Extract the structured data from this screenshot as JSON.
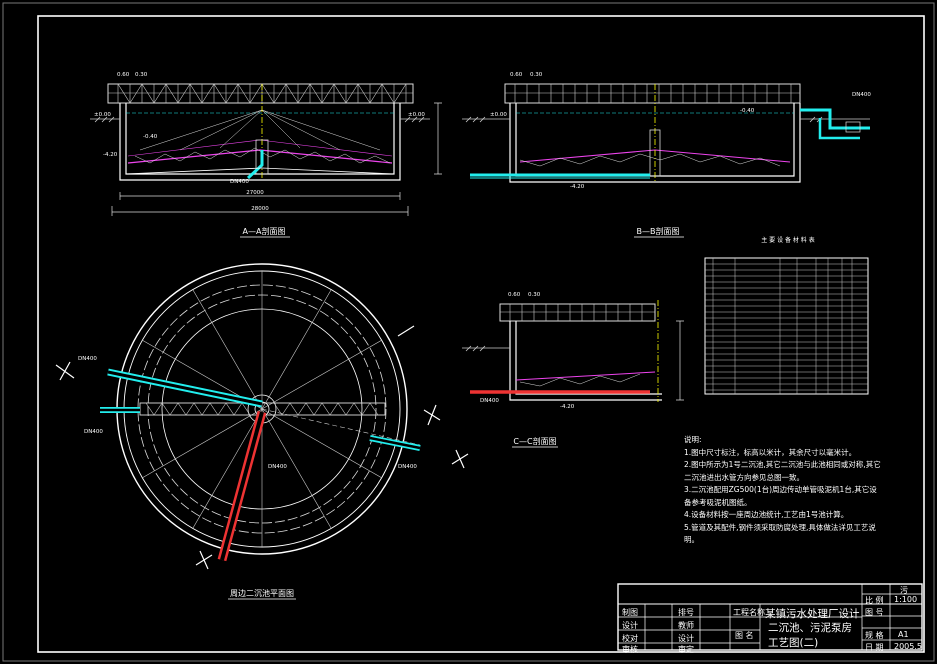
{
  "labels": {
    "section_aa": "A—A剖面图",
    "section_bb": "B—B剖面图",
    "section_cc": "C—C剖面图",
    "plan": "周边二沉池平面图",
    "table_title": "主 要 设 备 材 料 表"
  },
  "dims": {
    "aa_inner": "27000",
    "aa_outer": "28000",
    "elev_top_a": "0.60",
    "elev_top_b": "0.30",
    "elev_ground": "±0.00",
    "elev_water": "-0.40",
    "elev_base": "-4.20",
    "elev_cc_bottom": "-4.20",
    "cc_right": "-4.20"
  },
  "pipes": {
    "dn_top": "DN400",
    "dn_left": "DN400",
    "dn_center": "DN400",
    "dn_right": "DN400",
    "dn_bb": "DN400",
    "dn_cc": "DN400"
  },
  "notes": {
    "heading": "说明:",
    "items": [
      "1.图中尺寸标注，标高以米计，其余尺寸以毫米计。",
      "2.图中所示为1号二沉池,其它二沉池与此池相同或对称,其它",
      "   二沉池进出水管方向参见总图一致。",
      "3.二沉池配用ZG500(1台)周边传动单管吸泥机1台,其它设",
      "   备参考吸泥机图纸。",
      "4.设备材料按一座周边池统计,工艺由1号池计算。",
      "5.管道及其配件,钢件须采取防腐处理,具体做法详见工艺说",
      "   明。"
    ]
  },
  "title_block": {
    "project_label": "工程名称",
    "project_name": "某镇污水处理厂设计",
    "drawing_label": "图 名",
    "drawing_name_1": "二沉池、污泥泵房",
    "drawing_name_2": "工艺图(二)",
    "role_1": "制图",
    "role_2": "设计",
    "role_3": "校对",
    "role_4": "审核",
    "role_5": "排号",
    "role_6": "教师",
    "role_7": "设计",
    "role_8": "审定",
    "scale_label": "比 例",
    "scale_value": "1:100",
    "sheet_label": "图 号",
    "size_label": "规 格",
    "size_value": "A1",
    "date_label": "日 期",
    "date_value": "2005.5",
    "stamp": "污"
  }
}
